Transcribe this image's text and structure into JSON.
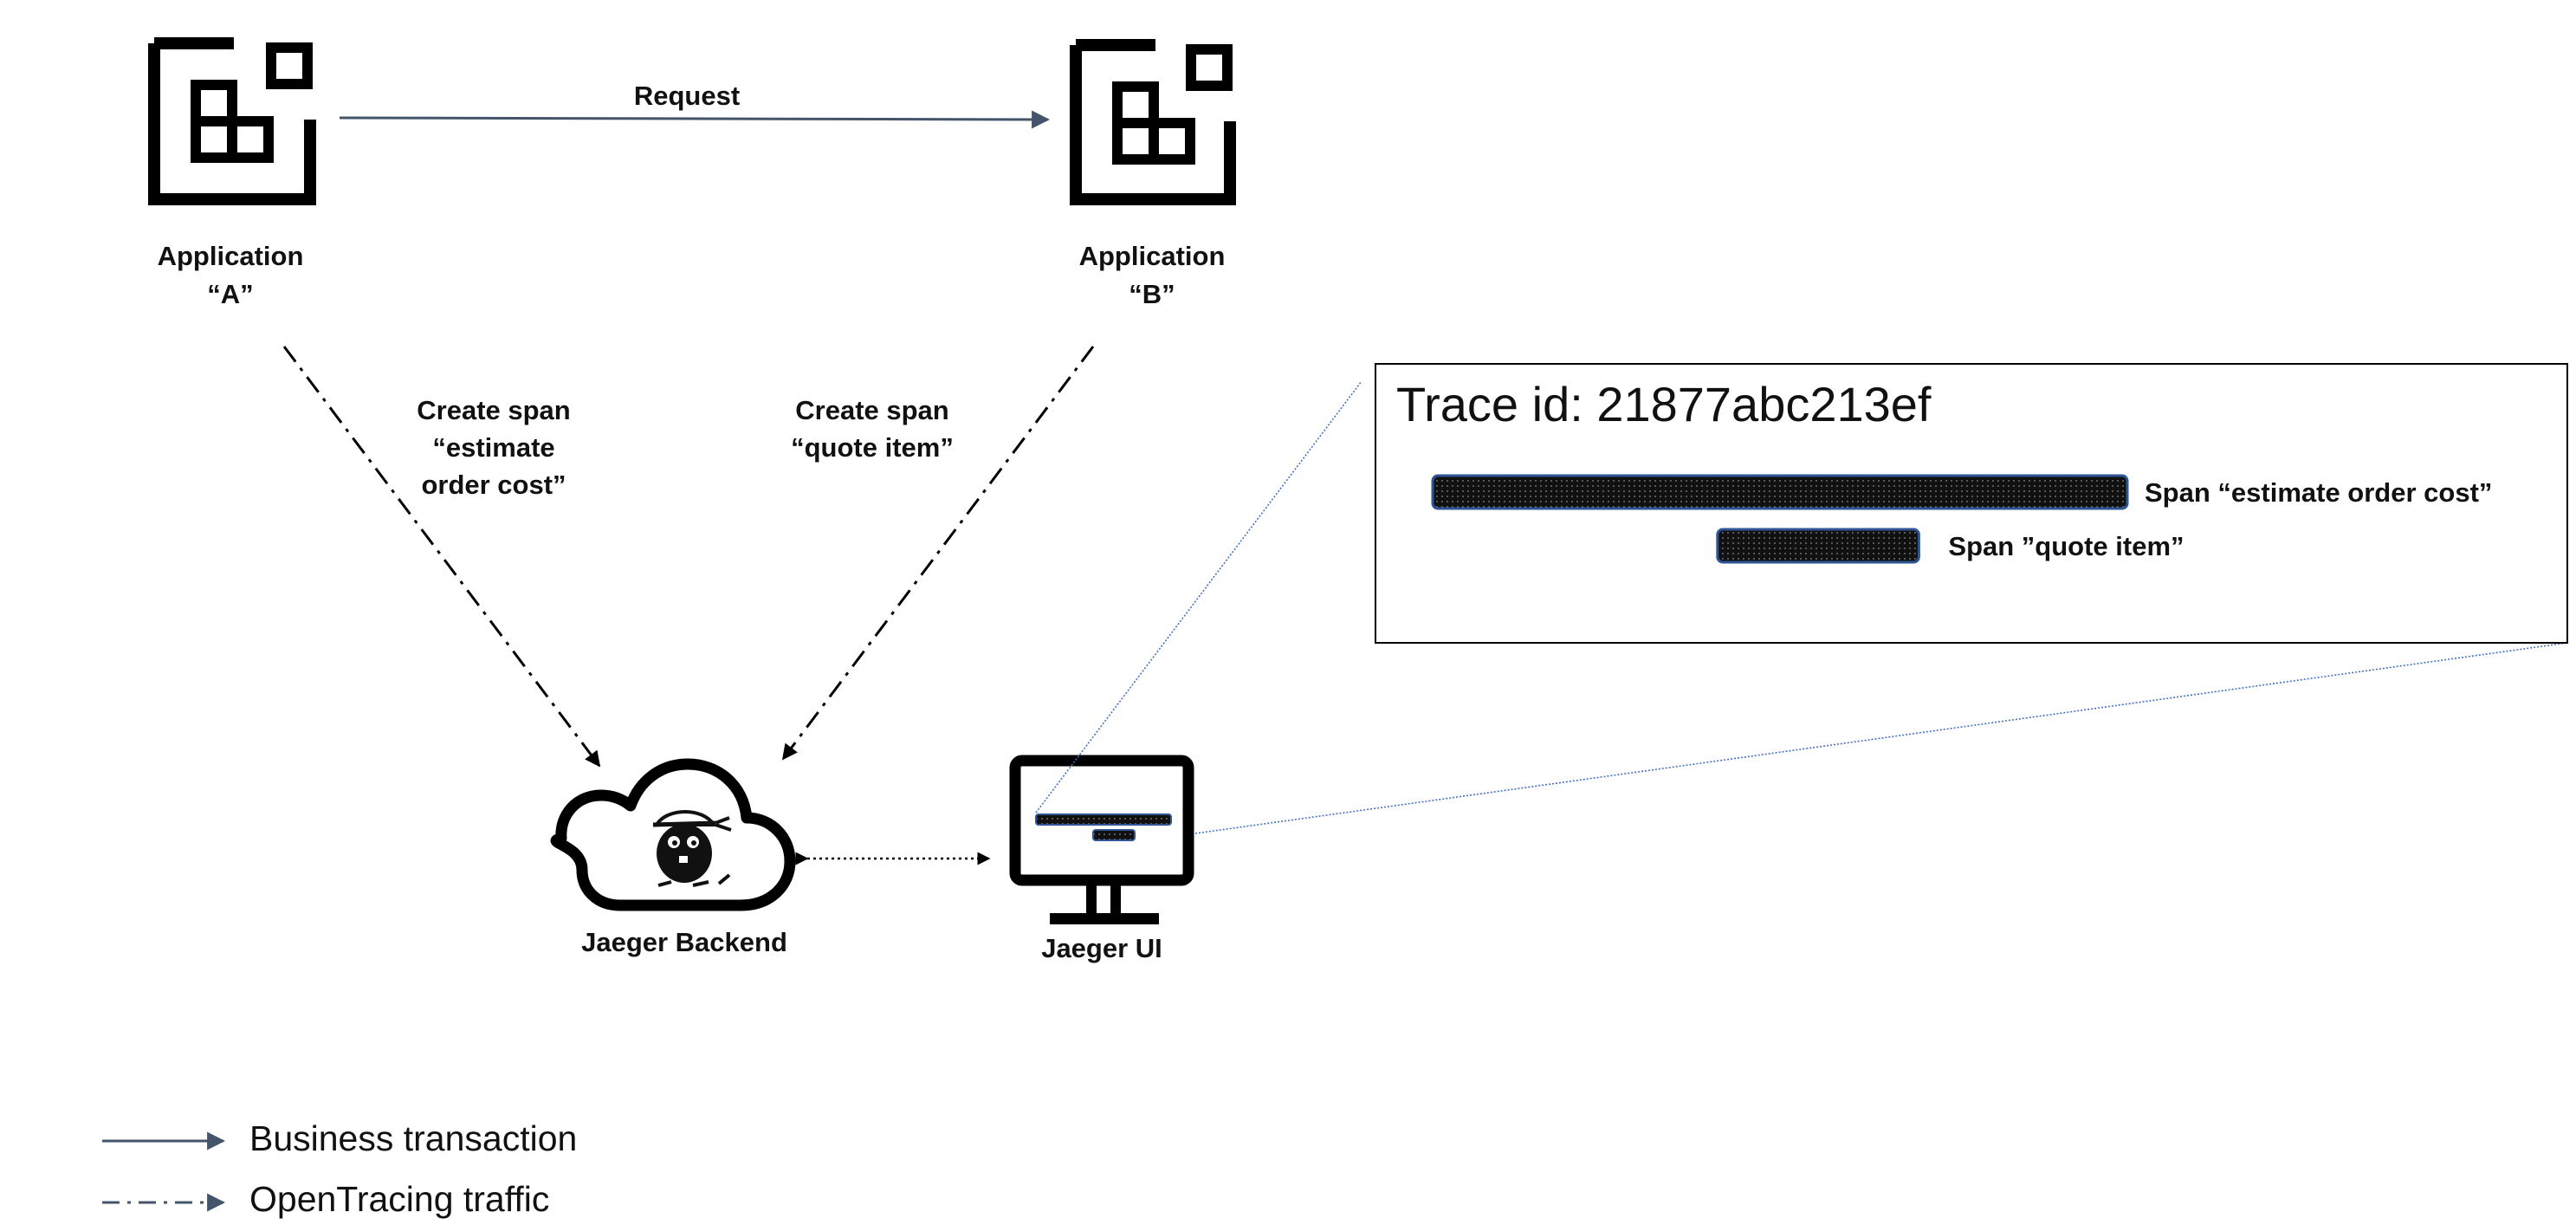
{
  "nodes": {
    "app_a": {
      "line1": "Application",
      "line2": "“A”"
    },
    "app_b": {
      "line1": "Application",
      "line2": "“B”"
    },
    "backend": {
      "label": "Jaeger Backend"
    },
    "ui": {
      "label": "Jaeger UI"
    }
  },
  "edges": {
    "request": {
      "label": "Request"
    },
    "span_a": {
      "line1": "Create span",
      "line2": "“estimate",
      "line3": "order cost”"
    },
    "span_b": {
      "line1": "Create span",
      "line2": "“quote item”"
    }
  },
  "trace_panel": {
    "title": "Trace id: 21877abc213ef",
    "spans": [
      {
        "label": "Span “estimate order cost”",
        "start": 0.0,
        "end": 1.0
      },
      {
        "label": "Span ”quote item”",
        "start": 0.41,
        "end": 0.7
      }
    ]
  },
  "legend": [
    {
      "label": "Business transaction",
      "style": "solid"
    },
    {
      "label": "OpenTracing traffic",
      "style": "dash-dot"
    }
  ],
  "colors": {
    "line": "#44546a",
    "icon": "#000000",
    "span_bar": "#1a1a1a",
    "span_border": "#2f5597",
    "zoom_line": "#4472c4"
  }
}
